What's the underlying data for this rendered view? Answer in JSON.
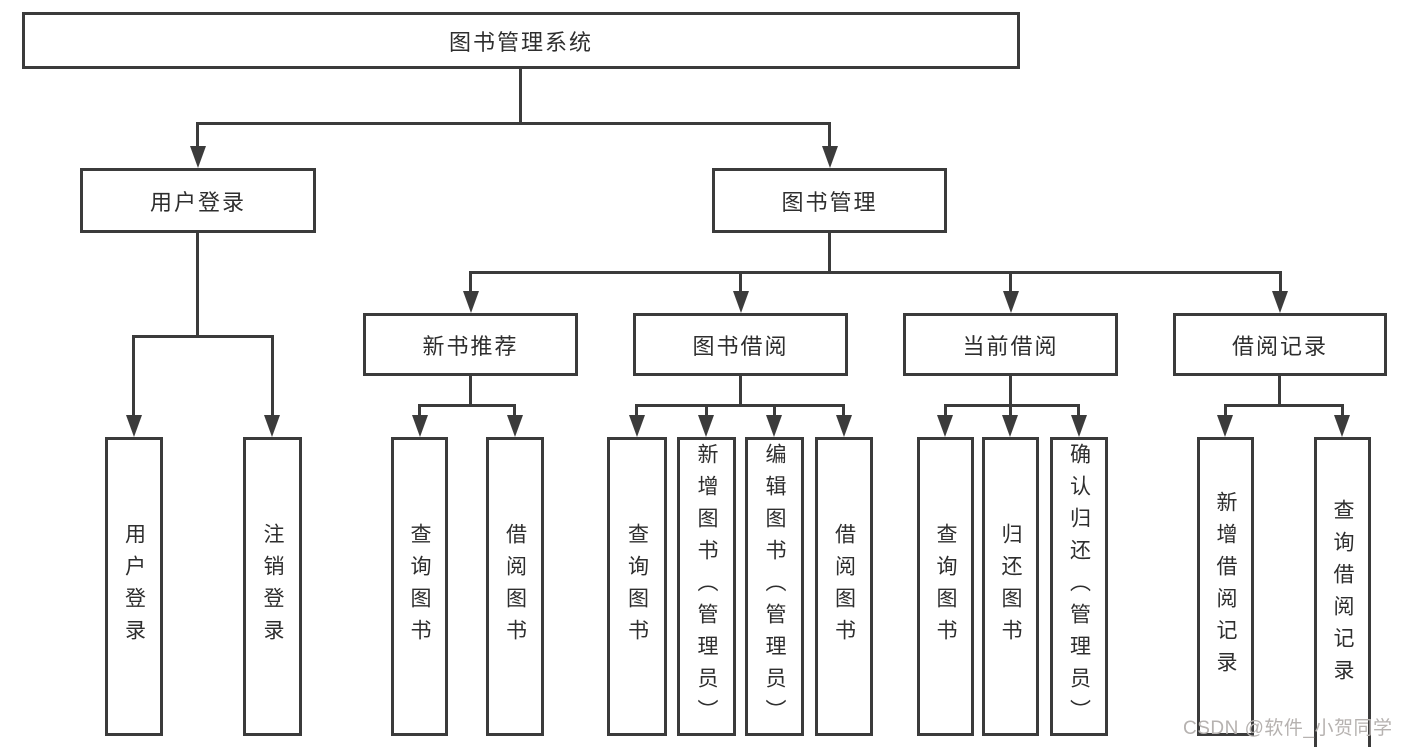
{
  "diagram": {
    "root": {
      "label": "图书管理系统"
    },
    "level2": [
      {
        "label": "用户登录"
      },
      {
        "label": "图书管理"
      }
    ],
    "level3": [
      {
        "label": "新书推荐"
      },
      {
        "label": "图书借阅"
      },
      {
        "label": "当前借阅"
      },
      {
        "label": "借阅记录"
      }
    ],
    "leaves": {
      "user_login": [
        {
          "label": "用户登录"
        },
        {
          "label": "注销登录"
        }
      ],
      "new_book": [
        {
          "label": "查询图书"
        },
        {
          "label": "借阅图书"
        }
      ],
      "book_borrow": [
        {
          "label": "查询图书"
        },
        {
          "label": "新增图书（管理员）"
        },
        {
          "label": "编辑图书（管理员）"
        },
        {
          "label": "借阅图书"
        }
      ],
      "current_borrow": [
        {
          "label": "查询图书"
        },
        {
          "label": "归还图书"
        },
        {
          "label": "确认归还（管理员）"
        }
      ],
      "borrow_record": [
        {
          "label": "新增借阅记录"
        },
        {
          "label": "查询借阅记录"
        }
      ]
    }
  },
  "watermark": {
    "text": "CSDN @软件_小贺同学"
  },
  "colors": {
    "line": "#3b3b3b",
    "text": "#2e2e2e",
    "watermark": "#b6b2b0",
    "background": "#ffffff"
  }
}
